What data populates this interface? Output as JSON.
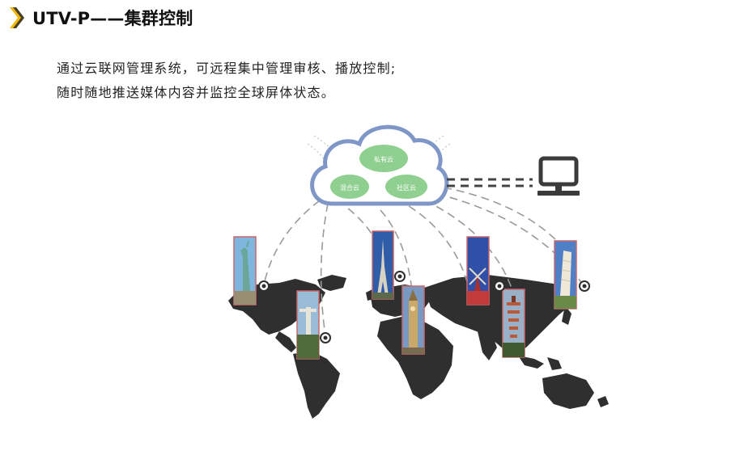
{
  "header": {
    "title": "UTV-P——集群控制",
    "accent_color": "#f2b705",
    "icon": "chevron-right-icon"
  },
  "description": {
    "line1": "通过云联网管理系统，可远程集中管理审核、播放控制;",
    "line2": "随时随地推送媒体内容并监控全球屏体状态。"
  },
  "cloud": {
    "outline_color": "#7f97c6",
    "bubble_color": "#8fcf8f",
    "nodes": [
      {
        "label": "私有云"
      },
      {
        "label": "混合云"
      },
      {
        "label": "社区云"
      }
    ]
  },
  "terminal": {
    "icon": "monitor-icon",
    "color": "#3a3a3a"
  },
  "map": {
    "color": "#2f2f2f"
  },
  "landmarks": [
    {
      "icon": "statue-of-liberty-icon"
    },
    {
      "icon": "christ-the-redeemer-icon"
    },
    {
      "icon": "eiffel-tower-icon"
    },
    {
      "icon": "big-ben-icon"
    },
    {
      "icon": "windmill-icon"
    },
    {
      "icon": "pagoda-icon"
    },
    {
      "icon": "leaning-tower-icon"
    }
  ]
}
